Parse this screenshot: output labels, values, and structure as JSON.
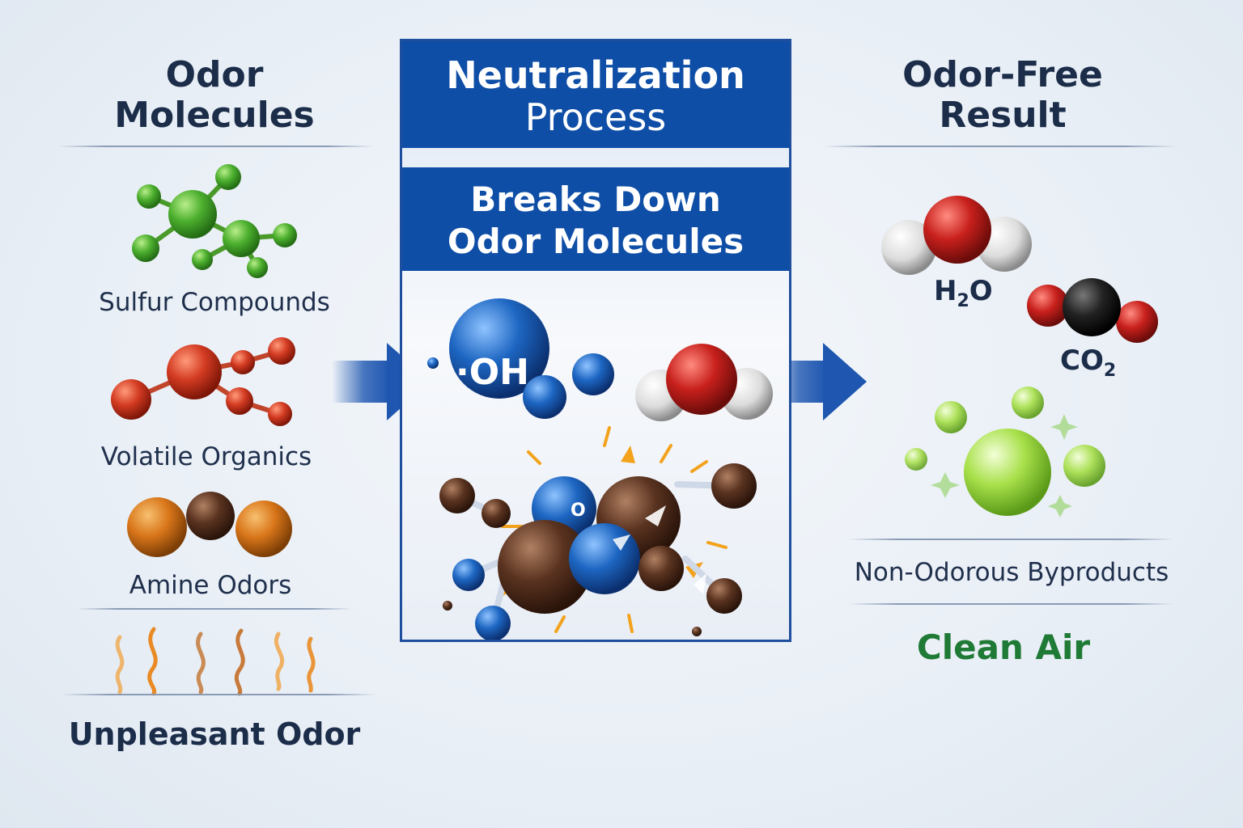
{
  "left": {
    "title_line1": "Odor",
    "title_line2": "Molecules",
    "items": [
      {
        "label": "Sulfur Compounds"
      },
      {
        "label": "Volatile Organics"
      },
      {
        "label": "Amine Odors"
      }
    ],
    "footer": "Unpleasant Odor"
  },
  "center": {
    "title_line1": "Neutralization",
    "title_line2": "Process",
    "subtitle_line1": "Breaks Down",
    "subtitle_line2": "Odor Molecules",
    "radical_label": "·OH",
    "small_label": "O"
  },
  "right": {
    "title_line1": "Odor-Free",
    "title_line2": "Result",
    "water": {
      "main": "H",
      "sub": "2",
      "tail": "O"
    },
    "co2": {
      "main": "CO",
      "sub": "2"
    },
    "byproducts": "Non-Odorous Byproducts",
    "result": "Clean Air"
  },
  "colors": {
    "brand_blue": "#0f4ea6",
    "title_navy": "#1c2d4a",
    "clean_green": "#1f7a36",
    "sulfur_green": "#4caf2e",
    "organic_red": "#d33b22",
    "amine_orange": "#d9761a",
    "carbon_brown": "#5a3320",
    "oxygen_red": "#c8201c",
    "hydrogen_white": "#e6e6e6",
    "carbon_black": "#222222"
  }
}
